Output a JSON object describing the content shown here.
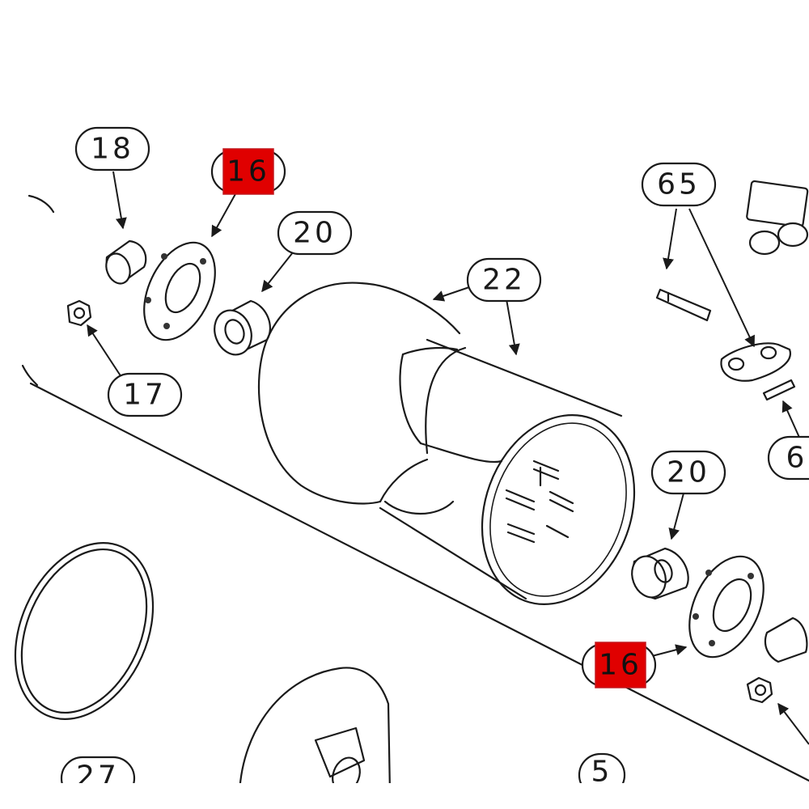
{
  "colors": {
    "line": "#1a1a1a",
    "background": "#ffffff",
    "highlight": "#e00000"
  },
  "callouts": {
    "c18": "18",
    "c16_top": "16",
    "c20_top": "20",
    "c17": "17",
    "c22": "22",
    "c65": "65",
    "c6_partial": "6",
    "c20_bottom": "20",
    "c16_bottom": "16",
    "c27_partial": "27",
    "c5_partial": "5"
  },
  "highlighted_callouts": [
    "c16_top",
    "c16_bottom"
  ]
}
